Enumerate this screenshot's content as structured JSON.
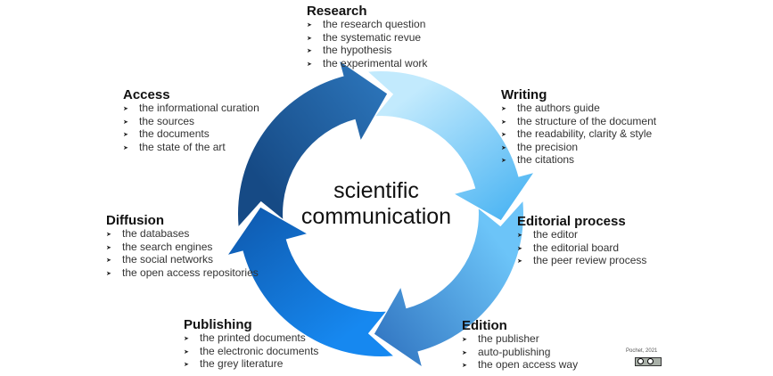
{
  "center": {
    "line1": "scientific",
    "line2": "communication"
  },
  "stages": [
    {
      "id": "research",
      "title": "Research",
      "items": [
        "the research question",
        "the systematic revue",
        "the hypothesis",
        "the experimental work"
      ]
    },
    {
      "id": "writing",
      "title": "Writing",
      "items": [
        "the authors guide",
        "the structure of the document",
        "the readability, clarity & style",
        "the precision",
        "the citations"
      ]
    },
    {
      "id": "editorial",
      "title": "Editorial process",
      "items": [
        "the editor",
        "the editorial board",
        "the peer review process"
      ]
    },
    {
      "id": "edition",
      "title": "Edition",
      "items": [
        "the publisher",
        "auto-publishing",
        "the open access way"
      ]
    },
    {
      "id": "publishing",
      "title": "Publishing",
      "items": [
        "the printed documents",
        "the electronic documents",
        "the grey literature"
      ]
    },
    {
      "id": "diffusion",
      "title": "Diffusion",
      "items": [
        "the databases",
        "the search engines",
        "the social networks",
        "the open access repositories"
      ]
    },
    {
      "id": "access",
      "title": "Access",
      "items": [
        "the informational curation",
        "the sources",
        "the documents",
        "the state of the art"
      ]
    }
  ],
  "bullet_icon": "arrow-bullet-icon",
  "credit": "Pochet, 2021",
  "license_icon": "cc-by-icon",
  "arrow_colors": [
    [
      "#164a85",
      "#2b73b8"
    ],
    [
      "#c2eafd",
      "#4fb6f3"
    ],
    [
      "#6cc4f8",
      "#3479c4"
    ],
    [
      "#1688f0",
      "#0f5db3"
    ]
  ]
}
